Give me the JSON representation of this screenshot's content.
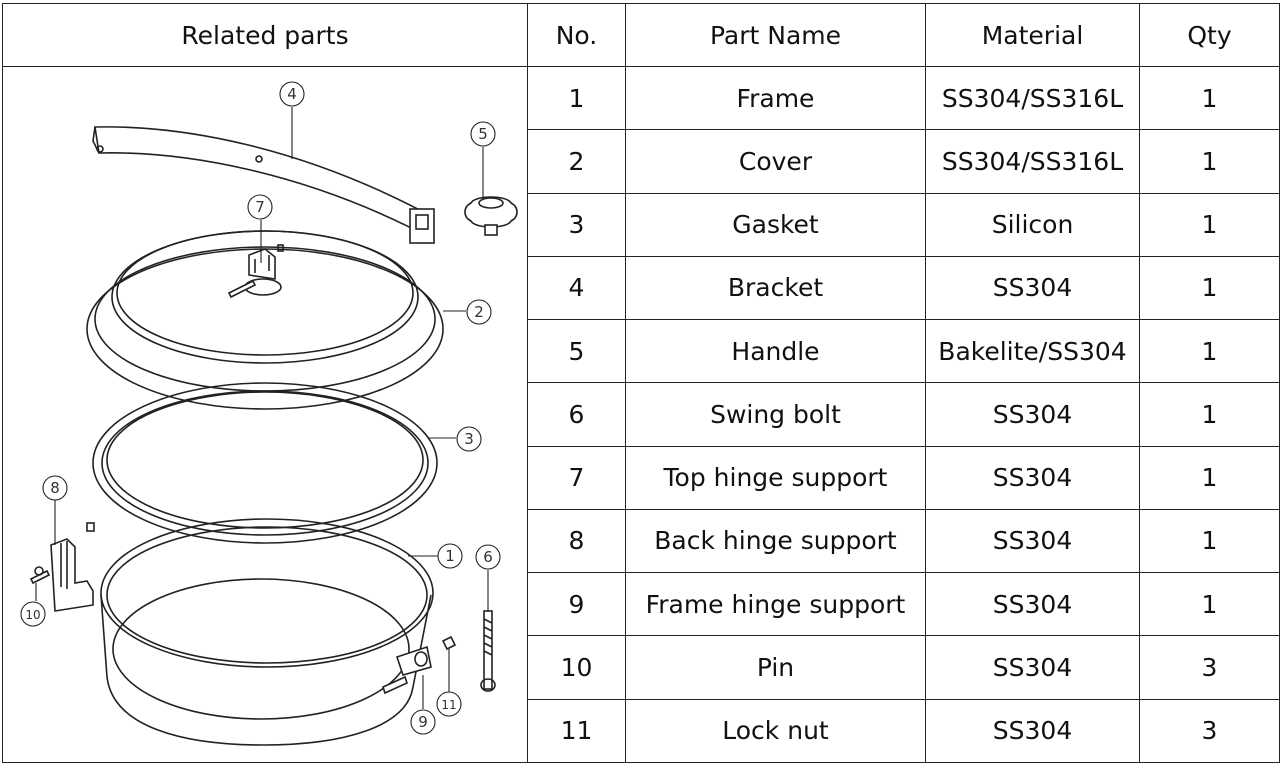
{
  "headers": {
    "related_parts": "Related parts",
    "no": "No.",
    "part_name": "Part Name",
    "material": "Material",
    "qty": "Qty"
  },
  "rows": [
    {
      "no": "1",
      "name": "Frame",
      "material": "SS304/SS316L",
      "qty": "1"
    },
    {
      "no": "2",
      "name": "Cover",
      "material": "SS304/SS316L",
      "qty": "1"
    },
    {
      "no": "3",
      "name": "Gasket",
      "material": "Silicon",
      "qty": "1"
    },
    {
      "no": "4",
      "name": "Bracket",
      "material": "SS304",
      "qty": "1"
    },
    {
      "no": "5",
      "name": "Handle",
      "material": "Bakelite/SS304",
      "qty": "1"
    },
    {
      "no": "6",
      "name": "Swing bolt",
      "material": "SS304",
      "qty": "1"
    },
    {
      "no": "7",
      "name": "Top hinge support",
      "material": "SS304",
      "qty": "1"
    },
    {
      "no": "8",
      "name": "Back hinge support",
      "material": "SS304",
      "qty": "1"
    },
    {
      "no": "9",
      "name": "Frame hinge support",
      "material": "SS304",
      "qty": "1"
    },
    {
      "no": "10",
      "name": "Pin",
      "material": "SS304",
      "qty": "3"
    },
    {
      "no": "11",
      "name": "Lock nut",
      "material": "SS304",
      "qty": "3"
    }
  ],
  "callouts": [
    "1",
    "2",
    "3",
    "4",
    "5",
    "6",
    "7",
    "8",
    "9",
    "10",
    "11"
  ]
}
